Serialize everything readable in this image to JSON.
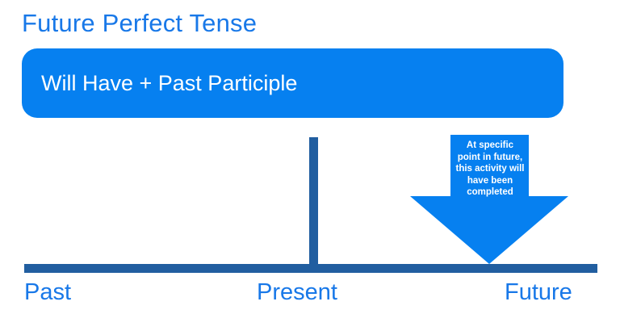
{
  "slide": {
    "title": "Future Perfect Tense",
    "formula": "Will Have + Past Participle",
    "accent_blue": "#0680f0",
    "title_blue": "#1878e8",
    "timeline_blue": "#215ea0",
    "background": "#ffffff"
  },
  "timeline": {
    "labels": {
      "past": "Past",
      "present": "Present",
      "future": "Future"
    }
  },
  "callout": {
    "lines": [
      "At specific",
      "point in future,",
      "this activity will",
      "have been",
      "completed"
    ],
    "text": "At specific point in future, this activity will have been completed"
  }
}
